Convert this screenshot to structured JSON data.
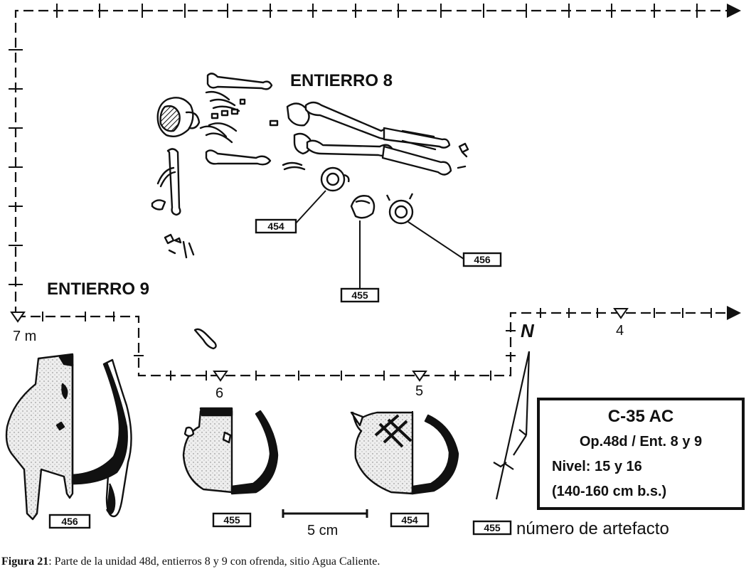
{
  "labels": {
    "burial_8": "ENTIERRO 8",
    "burial_9": "ENTIERRO 9",
    "datum_7m": "7 m",
    "datum_4": "4",
    "datum_5": "5",
    "datum_6": "6",
    "north": "N",
    "scale": "5 cm"
  },
  "artifacts": {
    "a454": "454",
    "a455": "455",
    "a456": "456"
  },
  "info_box": {
    "line1": "C-35 AC",
    "line2": "Op.48d / Ent. 8 y 9",
    "line3": "Nivel: 15 y 16",
    "line4": "(140-160 cm b.s.)"
  },
  "legend": {
    "sample": "455",
    "text": "número de artefacto"
  },
  "caption": {
    "bold": "Figura 21",
    "text": ": Parte de la unidad 48d, entierros 8 y 9 con ofrenda, sitio Agua Caliente."
  },
  "colors": {
    "ink": "#111111",
    "paper": "#ffffff",
    "pottery_fill": "#e9e9e9"
  }
}
